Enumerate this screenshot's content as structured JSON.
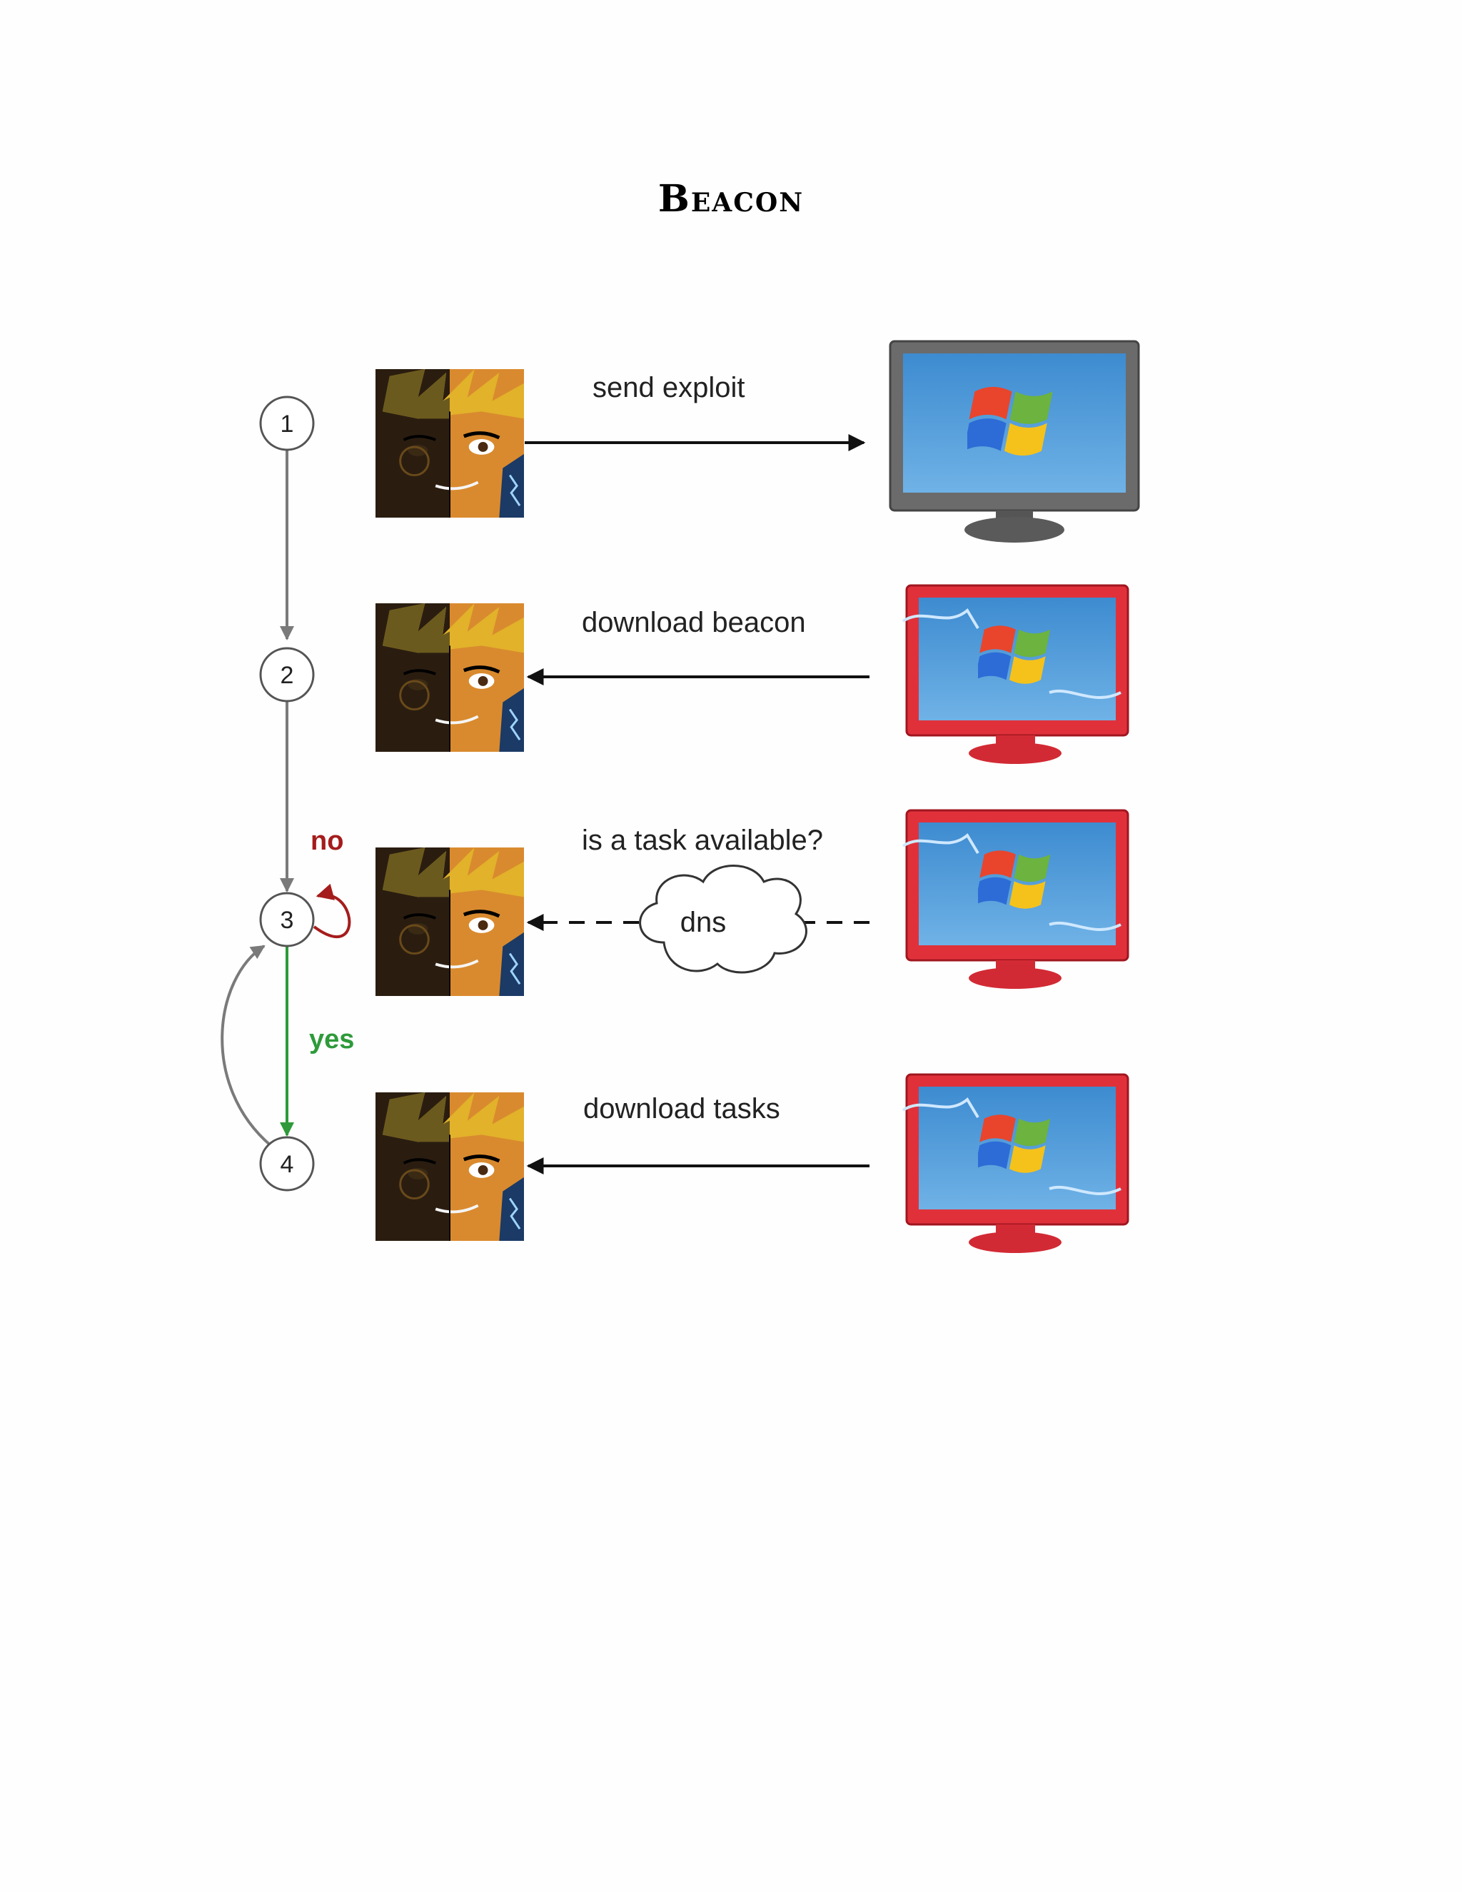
{
  "title": "Beacon",
  "steps": [
    {
      "number": "1",
      "label": "send exploit",
      "direction": "right",
      "style": "solid",
      "target_state": "clean"
    },
    {
      "number": "2",
      "label": "download beacon",
      "direction": "left",
      "style": "solid",
      "target_state": "infected"
    },
    {
      "number": "3",
      "label": "is a task available?",
      "direction": "left",
      "style": "dashed",
      "via": "dns",
      "target_state": "infected"
    },
    {
      "number": "4",
      "label": "download tasks",
      "direction": "left",
      "style": "solid",
      "target_state": "infected"
    }
  ],
  "loop": {
    "no_label": "no",
    "yes_label": "yes"
  },
  "icons": {
    "attacker": "attacker-avatar-icon",
    "target_clean": "windows-monitor-icon",
    "target_infected": "infected-windows-monitor-icon",
    "cloud": "dns-cloud-icon"
  },
  "colors": {
    "flow_gray": "#7a7a7a",
    "no_red": "#a51c1c",
    "yes_green": "#2e9a3a",
    "monitor_clean": "#6b6b6b",
    "monitor_infected": "#e0313b",
    "screen_blue": "#2f7fc0"
  }
}
